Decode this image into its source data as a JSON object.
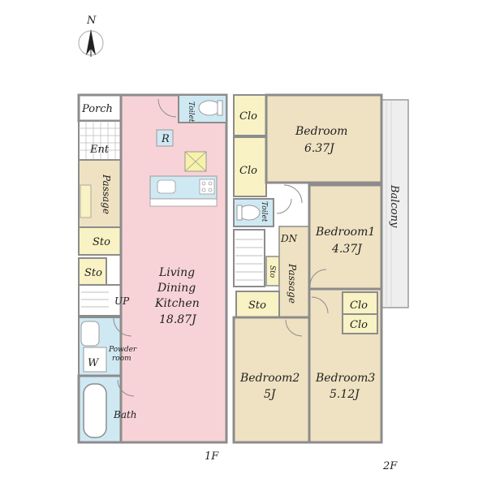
{
  "compass": {
    "label": "N"
  },
  "floors": {
    "f1": "1F",
    "f2": "2F"
  },
  "rooms_1f": {
    "porch": "Porch",
    "ent": "Ent",
    "toilet": "Toilet",
    "r": "R",
    "passage": "Passage",
    "sto1": "Sto",
    "sto2": "Sto",
    "up": "UP",
    "ldk": [
      "Living",
      "Dining",
      "Kitchen",
      "18.87J"
    ],
    "powder": [
      "Powder",
      "room"
    ],
    "w": "W",
    "bath": "Bath"
  },
  "rooms_2f": {
    "clo_a": "Clo",
    "clo_b": "Clo",
    "bedroom": [
      "Bedroom",
      "6.37J"
    ],
    "toilet": "Toilet",
    "dn": "DN",
    "sto_small": "Sto",
    "passage": "Passage",
    "sto": "Sto",
    "bedroom1": [
      "Bedroom1",
      "4.37J"
    ],
    "clo_c": "Clo",
    "clo_d": "Clo",
    "bedroom2": [
      "Bedroom2",
      "5J"
    ],
    "bedroom3": [
      "Bedroom3",
      "5.12J"
    ],
    "balcony": "Balcony"
  },
  "colors": {
    "wall": "#8c8c8c",
    "ldk": "#f7d3d8",
    "room": "#efe2c2",
    "storage": "#f8f2c4",
    "wet": "#cfe9f3",
    "balcony": "#eeeeee"
  }
}
